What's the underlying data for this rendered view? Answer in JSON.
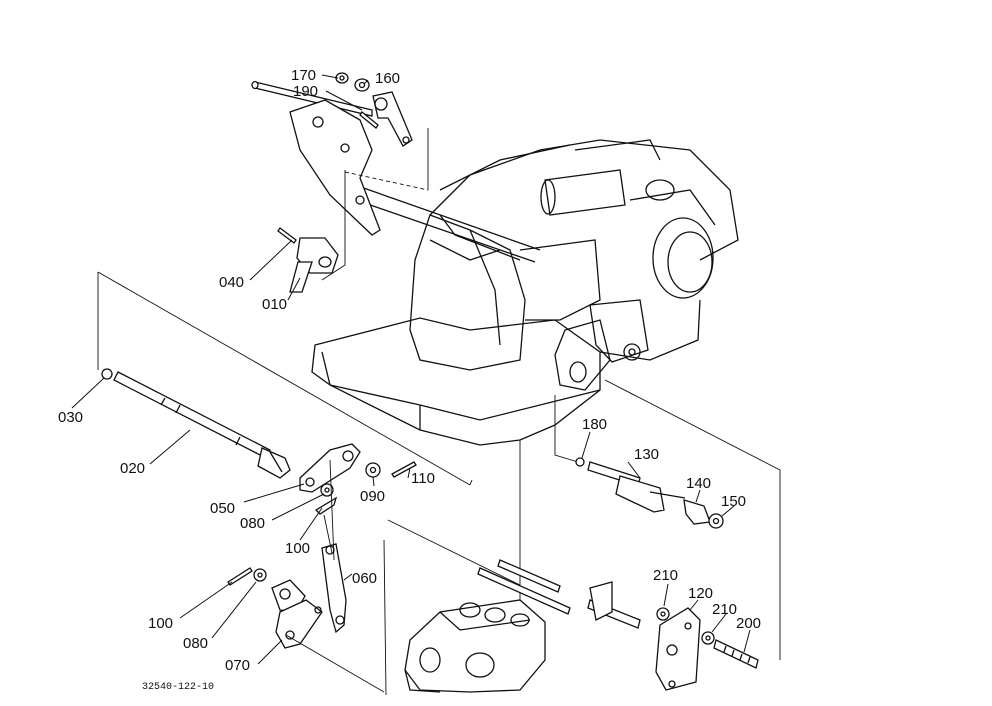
{
  "drawing_code": "32540-122-10",
  "callouts": [
    "170",
    "160",
    "190",
    "040",
    "010",
    "030",
    "020",
    "050",
    "080",
    "090",
    "110",
    "100",
    "060",
    "100",
    "080",
    "070",
    "180",
    "130",
    "140",
    "150",
    "210",
    "120",
    "210",
    "200"
  ]
}
